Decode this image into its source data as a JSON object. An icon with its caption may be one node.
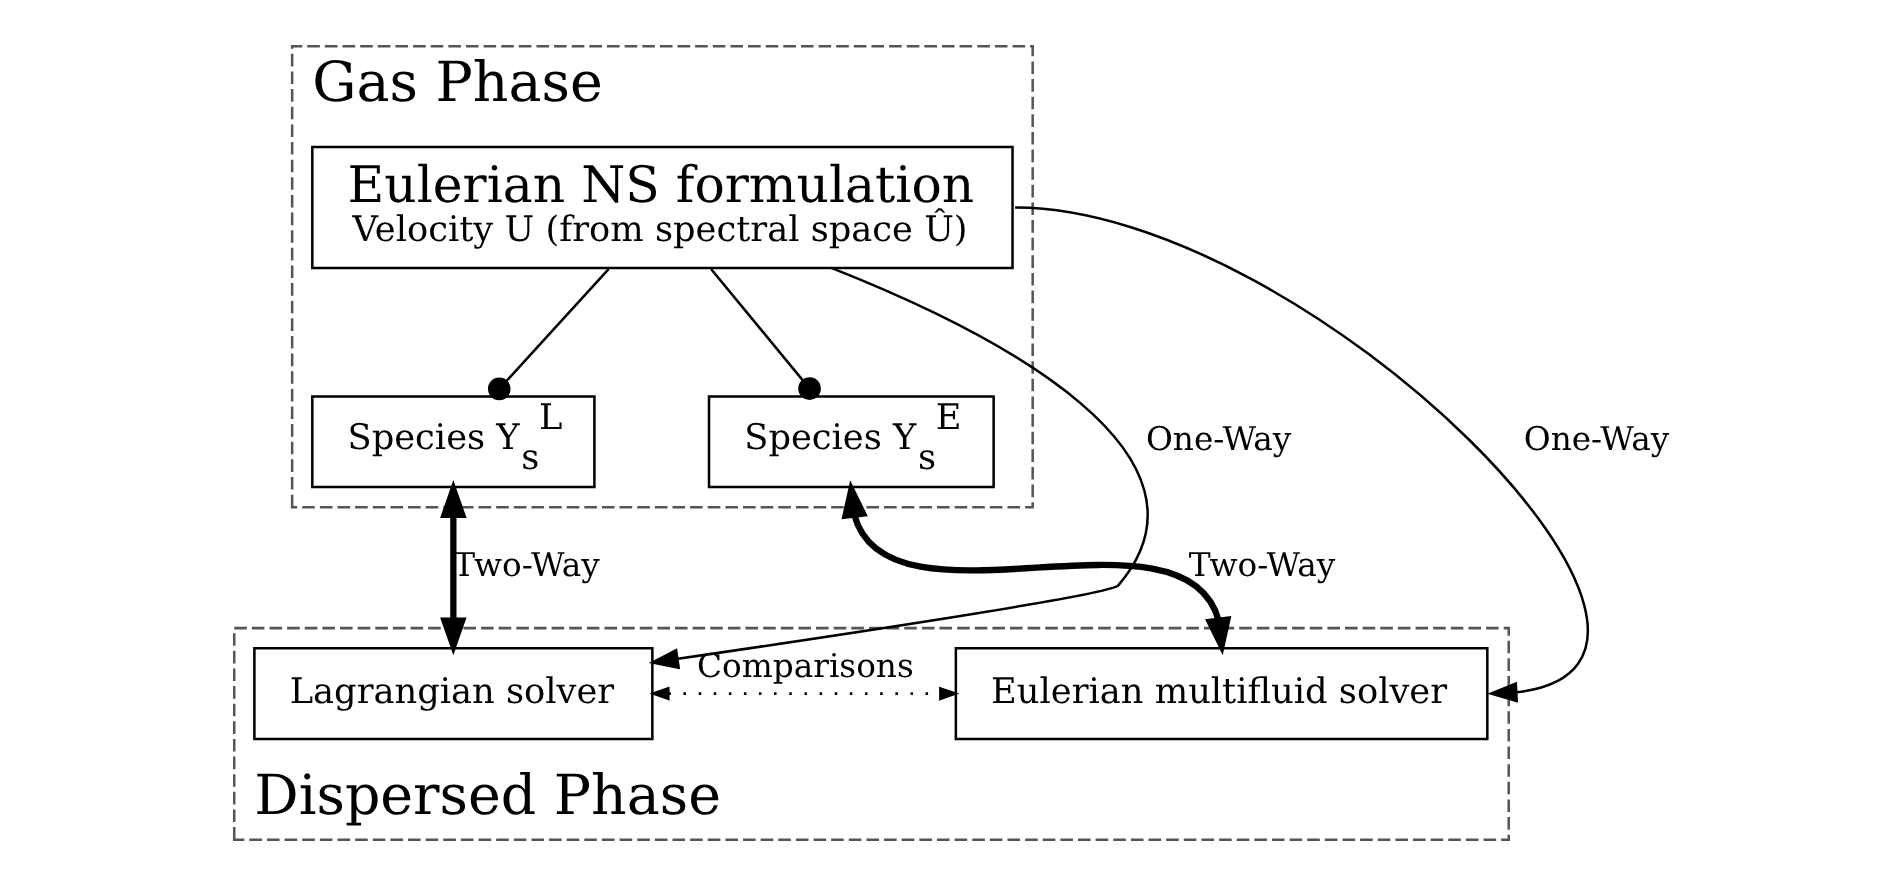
{
  "diagram": {
    "nodes": [
      {
        "text": [
          "Gas Phase"
        ]
      },
      {
        "text": [
          "Eulerian NS formulation",
          "Velocity U (from spectral space Û)"
        ],
        "in": 0
      },
      {
        "text": [
          "Species Y$_{s}$$^{L}$"
        ],
        "in": 0
      },
      {
        "text": [
          "Species Y$_{s}$$^{E}$"
        ],
        "in": 0
      },
      {
        "text": [
          "Dispersed Phase"
        ]
      },
      {
        "text": [
          "Lagrangian solver"
        ],
        "in": 4
      },
      {
        "text": [
          "Eulerian multifluid solver"
        ],
        "in": 4
      }
    ],
    "edges": [
      {
        "from": 1,
        "to": 2,
        "arrow": "other"
      },
      {
        "from": 1,
        "to": 3,
        "arrow": "other"
      },
      {
        "from": 1,
        "to": 5,
        "arrow": "to",
        "label": "One-Way"
      },
      {
        "from": 1,
        "to": 6,
        "arrow": "to",
        "label": "One-Way"
      },
      {
        "from": 2,
        "to": 5,
        "arrow": "both",
        "label": "Two-Way",
        "style": "thick"
      },
      {
        "from": 3,
        "to": 6,
        "arrow": "both",
        "label": "Two-Way",
        "style": "thick"
      },
      {
        "from": 5,
        "to": 6,
        "arrow": "both",
        "label": "Comparisons",
        "style": "dashed"
      }
    ]
  }
}
